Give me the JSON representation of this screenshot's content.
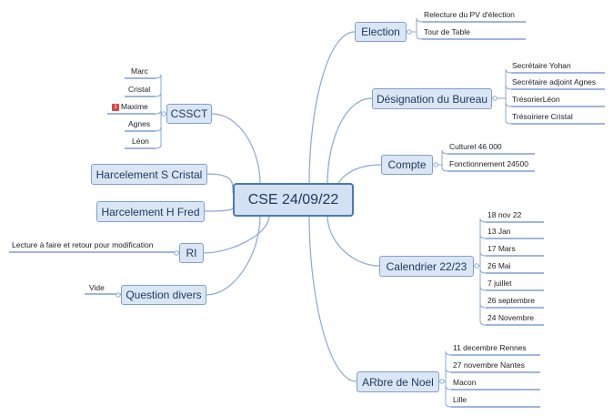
{
  "central": {
    "label": "CSE 24/09/22"
  },
  "right": [
    {
      "label": "Election",
      "children": [
        "Relecture du PV d'élection",
        "Tour de Table"
      ]
    },
    {
      "label": "Désignation du Bureau",
      "children": [
        "Secrétaire Yohan",
        "Secrétaire adjoint Agnes",
        "TrésorierLéon",
        "Trésoiriere Cristal"
      ]
    },
    {
      "label": "Compte",
      "children": [
        "Culturel 46 000",
        "Fonctionnement 24500"
      ]
    },
    {
      "label": "Calendrier 22/23",
      "children": [
        "18 nov 22",
        "13 Jan",
        "17 Mars",
        "26 Mai",
        "7 juillet",
        "26 septembre",
        "24 Novembre"
      ]
    },
    {
      "label": "ARbre de Noel",
      "children": [
        "11 decembre  Rennes",
        "27 novembre Nantes",
        "Macon",
        "Lille"
      ]
    }
  ],
  "left": [
    {
      "label": "CSSCT",
      "children": [
        "Marc",
        "Cristal",
        "Maxime",
        "Agnes",
        "Léon"
      ],
      "badge_child": 2,
      "badge_text": "1"
    },
    {
      "label": "Harcelement S Cristal",
      "children": []
    },
    {
      "label": "Harcelement H Fred",
      "children": []
    },
    {
      "label": "RI",
      "children": [
        "Lecture à faire et retour pour modification"
      ]
    },
    {
      "label": "Question divers",
      "children": [
        "Vide"
      ]
    }
  ],
  "colors": {
    "line": "#8aa8d4",
    "underline": "#3e6fb8",
    "node_bg": "#dbe6f4",
    "node_border": "#7f9fd0"
  }
}
